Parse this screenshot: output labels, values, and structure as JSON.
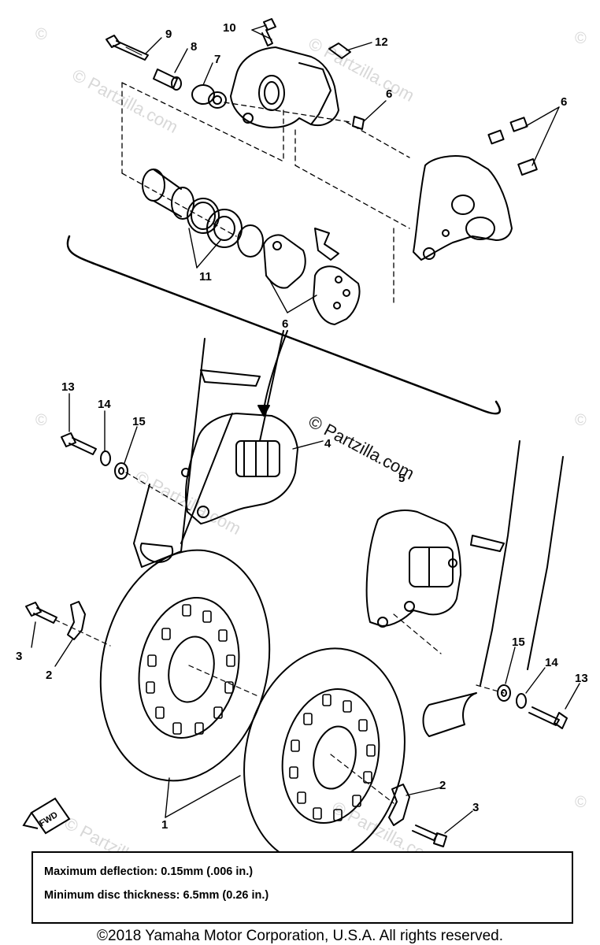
{
  "watermark": {
    "brand": "© Partzilla.com",
    "symbol": "©"
  },
  "callouts": {
    "c1": "1",
    "c2a": "2",
    "c2b": "2",
    "c3a": "3",
    "c3b": "3",
    "c4": "4",
    "c5": "5",
    "c6a": "6",
    "c6b": "6",
    "c6c": "6",
    "c7": "7",
    "c8": "8",
    "c9": "9",
    "c10": "10",
    "c11": "11",
    "c12": "12",
    "c13a": "13",
    "c13b": "13",
    "c14a": "14",
    "c14b": "14",
    "c15a": "15",
    "c15b": "15"
  },
  "fwd_badge": "FWD",
  "specs": {
    "line1": "Maximum deflection: 0.15mm (.006 in.)",
    "line2": "Minimum disc thickness: 6.5mm (0.26 in.)"
  },
  "footer": {
    "copyright": "©2018 Yamaha Motor Corporation, U.S.A. All rights reserved."
  }
}
